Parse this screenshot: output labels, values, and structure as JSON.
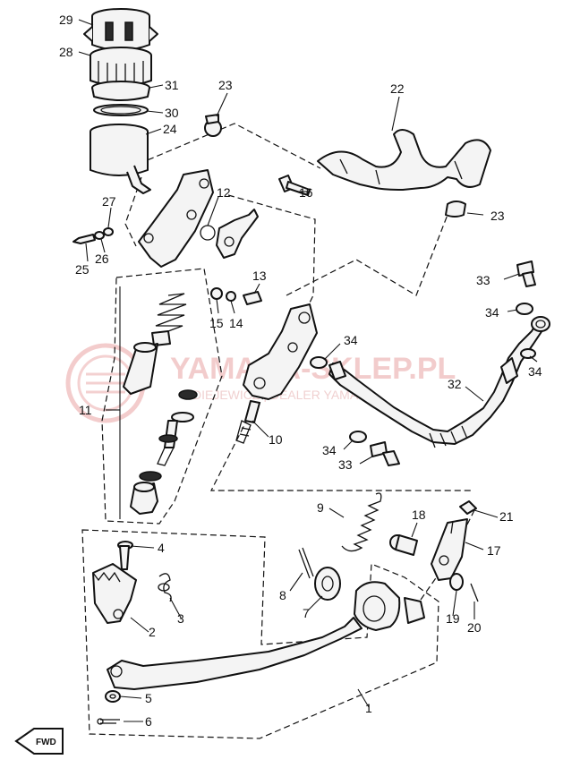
{
  "watermark": {
    "brand": "YAMAHA-SKLEP.PL",
    "dealer": "DIEJEWICZ | DEALER YAMAHA",
    "color": "#e9a3a3"
  },
  "direction_badge": {
    "label": "FWD",
    "icon": "arrow-left-icon"
  },
  "callouts": [
    {
      "id": "c29",
      "label": "29"
    },
    {
      "id": "c28",
      "label": "28"
    },
    {
      "id": "c31",
      "label": "31"
    },
    {
      "id": "c30",
      "label": "30"
    },
    {
      "id": "c24",
      "label": "24"
    },
    {
      "id": "c23a",
      "label": "23"
    },
    {
      "id": "c22",
      "label": "22"
    },
    {
      "id": "c12",
      "label": "12"
    },
    {
      "id": "c16",
      "label": "16"
    },
    {
      "id": "c23b",
      "label": "23"
    },
    {
      "id": "c27",
      "label": "27"
    },
    {
      "id": "c25",
      "label": "25"
    },
    {
      "id": "c26",
      "label": "26"
    },
    {
      "id": "c13",
      "label": "13"
    },
    {
      "id": "c15",
      "label": "15"
    },
    {
      "id": "c14",
      "label": "14"
    },
    {
      "id": "c33a",
      "label": "33"
    },
    {
      "id": "c34a",
      "label": "34"
    },
    {
      "id": "c34b",
      "label": "34"
    },
    {
      "id": "c34c",
      "label": "34"
    },
    {
      "id": "c11",
      "label": "11"
    },
    {
      "id": "c32",
      "label": "32"
    },
    {
      "id": "c10",
      "label": "10"
    },
    {
      "id": "c34d",
      "label": "34"
    },
    {
      "id": "c33b",
      "label": "33"
    },
    {
      "id": "c9",
      "label": "9"
    },
    {
      "id": "c21",
      "label": "21"
    },
    {
      "id": "c18",
      "label": "18"
    },
    {
      "id": "c17",
      "label": "17"
    },
    {
      "id": "c4",
      "label": "4"
    },
    {
      "id": "c3",
      "label": "3"
    },
    {
      "id": "c8",
      "label": "8"
    },
    {
      "id": "c7",
      "label": "7"
    },
    {
      "id": "c2",
      "label": "2"
    },
    {
      "id": "c19",
      "label": "19"
    },
    {
      "id": "c20",
      "label": "20"
    },
    {
      "id": "c5",
      "label": "5"
    },
    {
      "id": "c1",
      "label": "1"
    },
    {
      "id": "c6",
      "label": "6"
    }
  ]
}
